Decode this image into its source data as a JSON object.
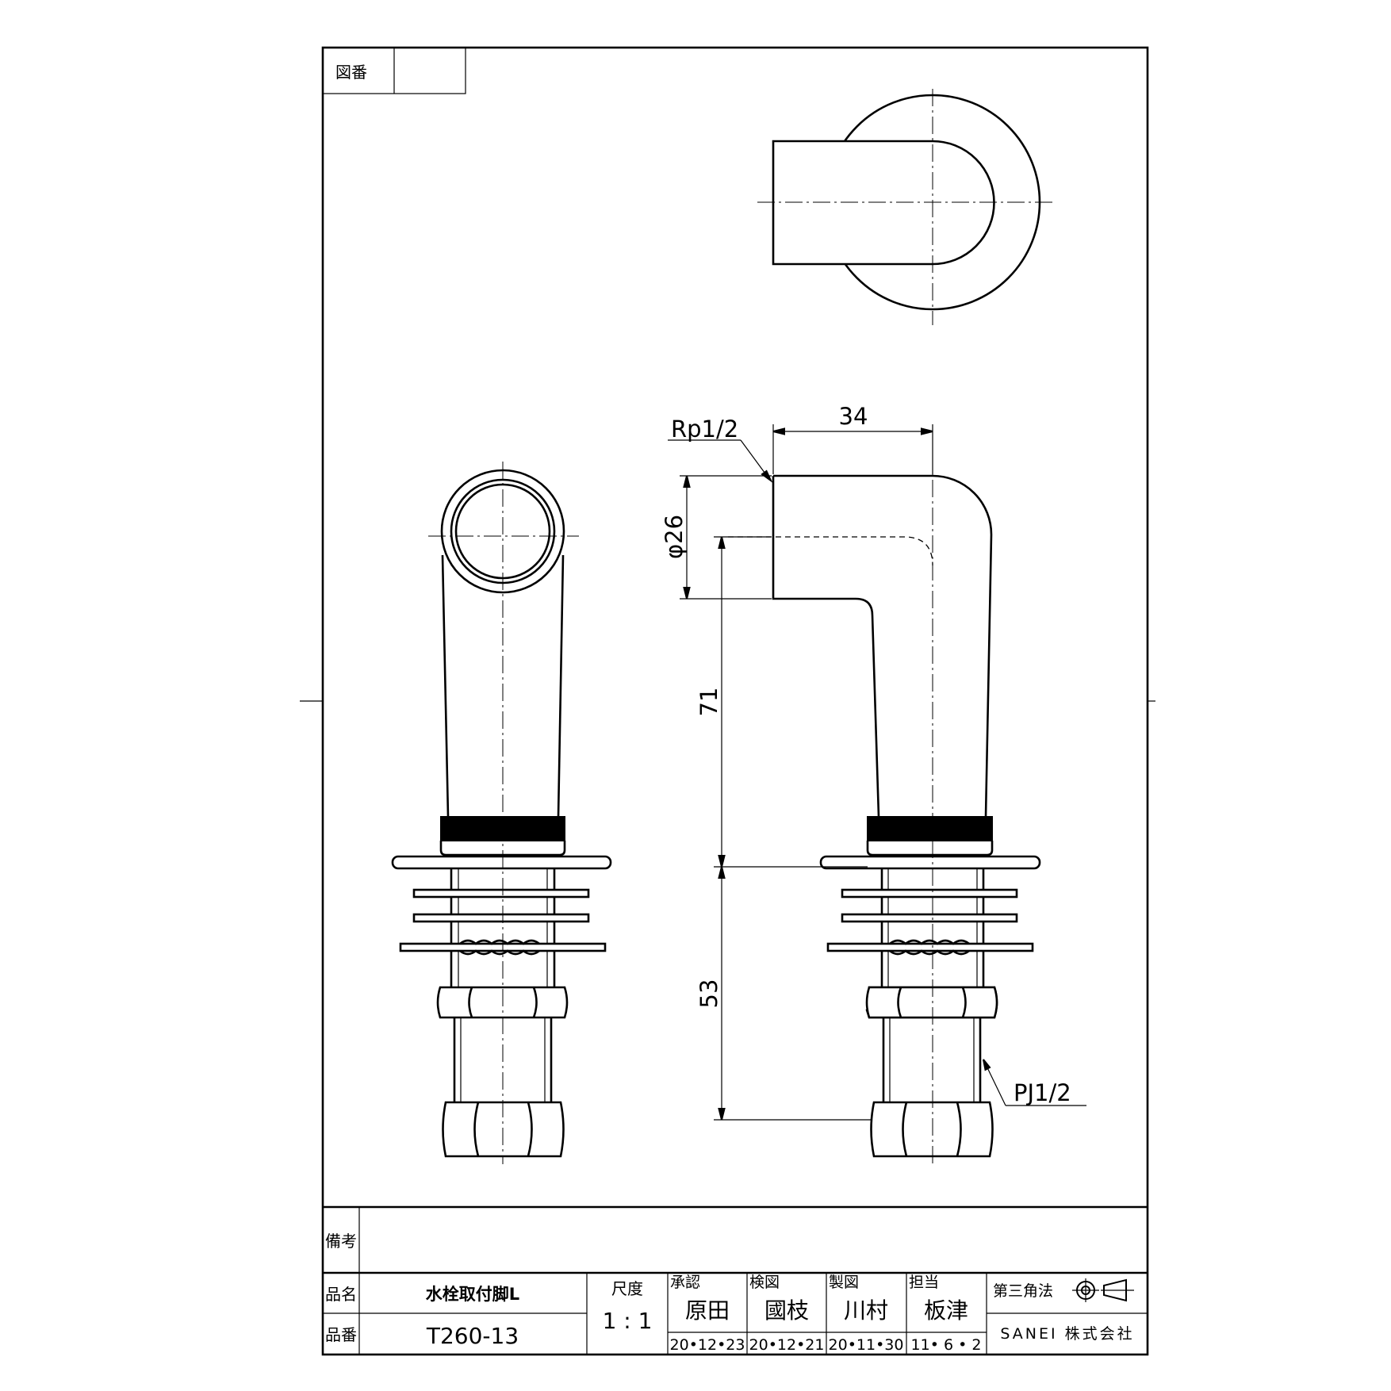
{
  "drawing_number": {
    "label": "図番",
    "value": ""
  },
  "dimensions": {
    "width": "34",
    "diameter": "φ26",
    "upper_height": "71",
    "lower_height": "53",
    "thread_inlet": "Rp1/2",
    "thread_outlet": "PJ1/2"
  },
  "title_block": {
    "remarks_label": "備考",
    "remarks_value": "",
    "name_label": "品名",
    "name_value": "水栓取付脚L",
    "number_label": "品番",
    "number_value": "T260-13",
    "scale_label": "尺度",
    "scale_value": "1 : 1",
    "signatures": [
      {
        "role": "承認",
        "name": "原田",
        "date": "20•12•23"
      },
      {
        "role": "検図",
        "name": "國枝",
        "date": "20•12•21"
      },
      {
        "role": "製図",
        "name": "川村",
        "date": "20•11•30"
      },
      {
        "role": "担当",
        "name": "板津",
        "date": "11• 6 • 2"
      }
    ],
    "projection_label": "第三角法",
    "projection_icon": "third-angle-projection-icon",
    "company": "SANEI 株式会社"
  }
}
